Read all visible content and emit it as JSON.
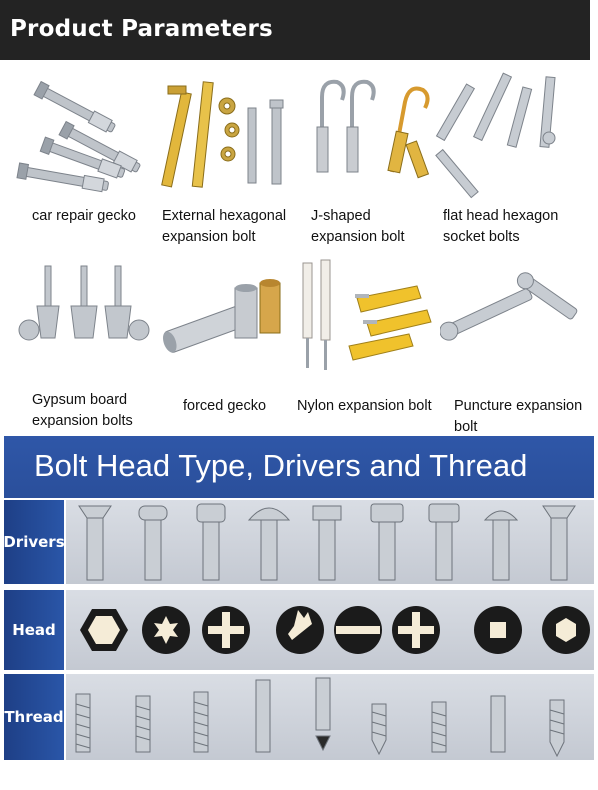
{
  "header": {
    "title": "Product Parameters"
  },
  "products": [
    {
      "label": "car repair gecko"
    },
    {
      "label": "External hexagonal\nexpansion bolt"
    },
    {
      "label": "J-shaped\nexpansion bolt"
    },
    {
      "label": "flat head hexagon\nsocket bolts"
    },
    {
      "label": "Gypsum board\nexpansion bolts"
    },
    {
      "label": "forced gecko"
    },
    {
      "label": "Nylon expansion bolt"
    },
    {
      "label": "Puncture expansion\nbolt"
    }
  ],
  "section": {
    "title": "Bolt Head Type, Drivers and Thread"
  },
  "rows": [
    {
      "label": "Drivers"
    },
    {
      "label": "Head"
    },
    {
      "label": "Thread"
    }
  ],
  "colors": {
    "header_bg": "#232323",
    "banner_bg": "#2f57a8",
    "row_label_bg": "#1e3f86"
  }
}
